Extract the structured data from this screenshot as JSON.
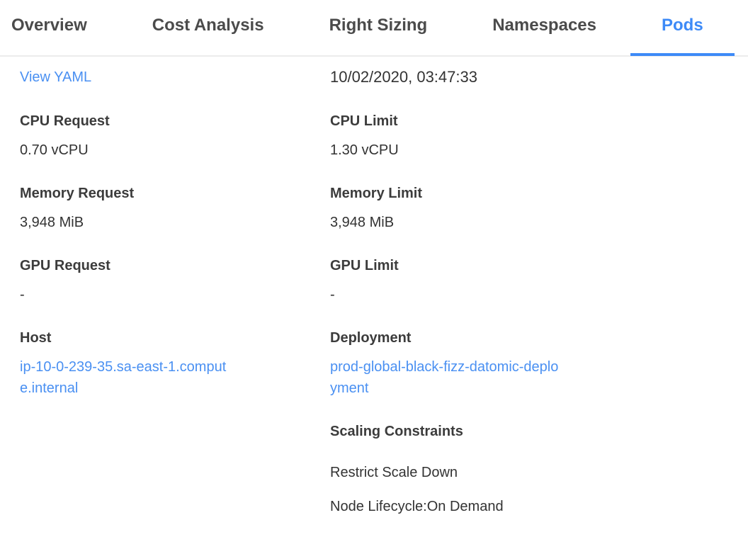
{
  "tab_bar": {
    "tabs": [
      {
        "label": "Overview"
      },
      {
        "label": "Cost Analysis"
      },
      {
        "label": "Right Sizing"
      },
      {
        "label": "Namespaces"
      },
      {
        "label": "Pods"
      }
    ],
    "active_tab": "Pods"
  },
  "pod_details": {
    "view_yaml_link": "View YAML",
    "last_updated": "10/02/2020, 03:47:33",
    "fields": {
      "cpu_request": {
        "label": "CPU Request",
        "value": "0.70 vCPU"
      },
      "cpu_limit": {
        "label": "CPU Limit",
        "value": "1.30 vCPU"
      },
      "memory_request": {
        "label": "Memory Request",
        "value": "3,948 MiB"
      },
      "memory_limit": {
        "label": "Memory Limit",
        "value": "3,948 MiB"
      },
      "gpu_request": {
        "label": "GPU Request",
        "value": "-"
      },
      "gpu_limit": {
        "label": "GPU Limit",
        "value": "-"
      },
      "host": {
        "label": "Host",
        "value": "ip-10-0-239-35.sa-east-1.compute.internal"
      },
      "deployment": {
        "label": "Deployment",
        "value": "prod-global-black-fizz-datomic-deployment"
      }
    },
    "scaling_constraints": {
      "label": "Scaling Constraints",
      "items": [
        "Restrict Scale Down",
        "Node Lifecycle:On Demand"
      ]
    }
  },
  "colors": {
    "accent_blue": "#3d8af7",
    "link_blue": "#4a90f2",
    "tab_text": "#4b4b4b",
    "label_text": "#3c3c3c",
    "value_text": "#333333",
    "divider": "#ececec"
  }
}
